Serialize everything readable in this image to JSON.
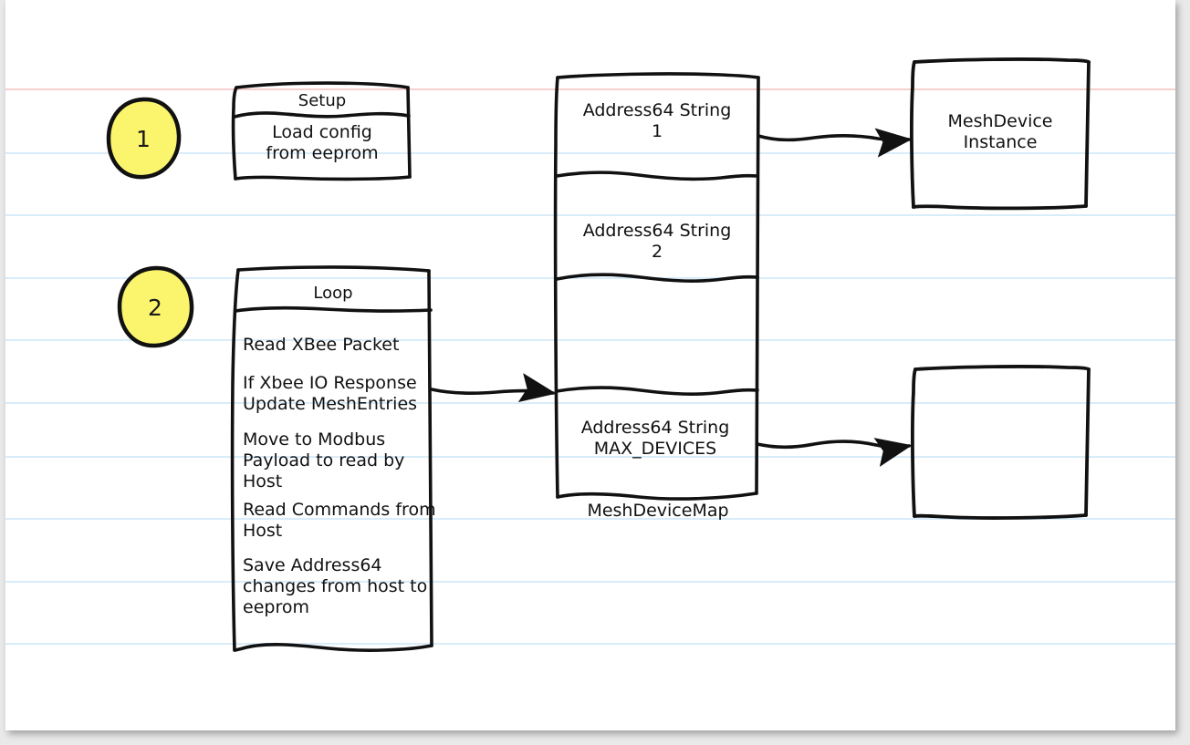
{
  "page": {
    "background_color": "#e9e9e9",
    "paper_color": "#ffffff",
    "rule_line_color": "#d8ecfa",
    "margin_line_color": "#f6cfcf",
    "ink_color": "#111111",
    "badge_fill_color": "#fbf56e"
  },
  "steps": [
    {
      "number": "1"
    },
    {
      "number": "2"
    }
  ],
  "setup_box": {
    "title": "Setup",
    "body": "Load config\nfrom eeprom"
  },
  "loop_box": {
    "title": "Loop",
    "items": [
      "Read XBee Packet",
      "If Xbee IO Response\n    Update MeshEntries",
      "Move to Modbus\nPayload to read by\nHost",
      "Read Commands from\nHost",
      "  Save Address64\n changes from host to\n eeprom"
    ]
  },
  "mesh_device_map": {
    "caption": "MeshDeviceMap",
    "rows": [
      {
        "label": "Address64 String\n1"
      },
      {
        "label": "Address64 String\n2"
      },
      {
        "label": ""
      },
      {
        "label": "Address64 String\nMAX_DEVICES"
      }
    ]
  },
  "right_boxes": [
    {
      "label": "MeshDevice\nInstance"
    },
    {
      "label": ""
    }
  ],
  "arrows": [
    {
      "name": "map-row1-to-meshdevice-instance"
    },
    {
      "name": "loop-to-meshdevicemap"
    },
    {
      "name": "map-rowmax-to-empty-box"
    }
  ]
}
